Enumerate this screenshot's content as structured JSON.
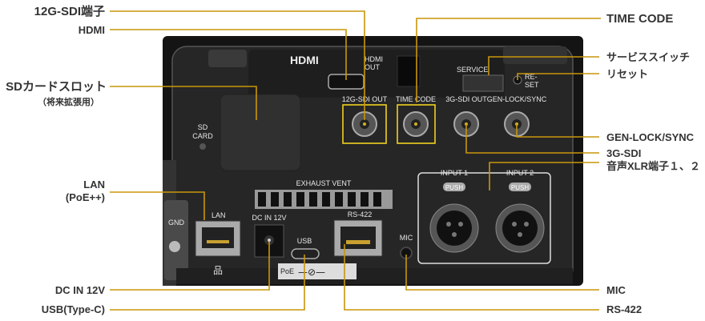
{
  "callouts_left": {
    "sdi12g": "12G-SDI端子",
    "hdmi": "HDMI",
    "sdcard": "SDカードスロット",
    "sdcard_sub": "（将来拡張用）",
    "lan": "LAN",
    "lan_sub": "(PoE++)",
    "dcin": "DC IN 12V",
    "usb": "USB(Type-C)"
  },
  "callouts_right": {
    "timecode": "TIME CODE",
    "service": "サービススイッチ",
    "reset": "リセット",
    "genlock": "GEN-LOCK/SYNC",
    "sdi3g": "3G-SDI",
    "xlr": "音声XLR端子１、２",
    "mic": "MIC",
    "rs422": "RS-422"
  },
  "panel": {
    "hdmi_logo": "HDMI",
    "hdmi_out_1": "HDMI",
    "hdmi_out_2": "OUT",
    "sdi12g_out": "12G-SDI OUT",
    "time_code": "TIME CODE",
    "sdi3g_out": "3G-SDI OUT",
    "genlock_sync": "GEN-LOCK/SYNC",
    "service": "SERVICE",
    "reset_1": "RE-",
    "reset_2": "SET",
    "sd_1": "SD",
    "sd_2": "CARD",
    "exhaust_vent": "EXHAUST VENT",
    "lan": "LAN",
    "gnd": "GND",
    "dc_in": "DC IN 12V",
    "usb": "USB",
    "rs422": "RS-422",
    "mic": "MIC",
    "input1": "INPUT 1",
    "input2": "INPUT 2",
    "push": "PUSH",
    "poe": "PoE"
  },
  "colors": {
    "callout_line": "#c8960a",
    "highlight": "#f0d020",
    "body": "#1c1c1c"
  }
}
